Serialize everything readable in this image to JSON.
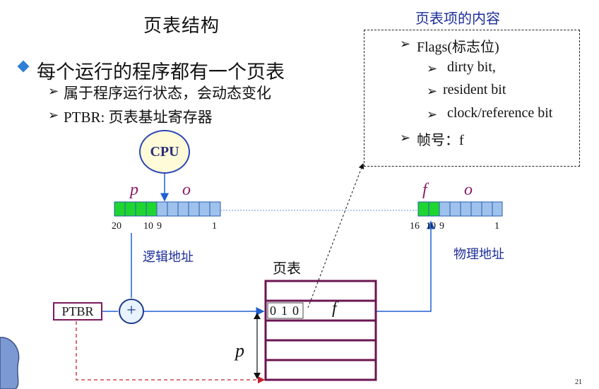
{
  "slide": {
    "title": "页表结构",
    "bullet_main": "每个运行的程序都有一个页表",
    "sub_items": [
      "属于程序运行状态，会动态变化",
      "PTBR: 页表基址寄存器"
    ],
    "page_number": "21"
  },
  "entry_box": {
    "title": "页表项的内容",
    "items": [
      {
        "text": "Flags(标志位)",
        "level": 1
      },
      {
        "text": "dirty bit,",
        "level": 2
      },
      {
        "text": "resident bit",
        "level": 2
      },
      {
        "text": "clock/reference bit",
        "level": 2
      },
      {
        "text": "帧号：f",
        "level": 1
      }
    ]
  },
  "logical": {
    "p_label": "p",
    "o_label": "o",
    "tick_20": "20",
    "tick_10": "10",
    "tick_9": "9",
    "tick_1": "1",
    "caption": "逻辑地址"
  },
  "physical": {
    "f_label": "f",
    "o_label": "o",
    "tick_16": "16",
    "tick_10": "10",
    "tick_9": "9",
    "tick_1": "1",
    "caption": "物理地址"
  },
  "cpu_label": "CPU",
  "ptbr_label": "PTBR",
  "plus_label": "+",
  "page_table": {
    "title": "页表",
    "bits": [
      "0",
      "1",
      "0"
    ],
    "f_label": "f",
    "p_offset_label": "p"
  },
  "colors": {
    "green": "#1fd630",
    "blue_cell": "#9fc2ec",
    "line_blue": "#2060d0",
    "table_border": "#6b1552",
    "dash_red": "#c02030",
    "text_blue": "#1c2e99"
  }
}
